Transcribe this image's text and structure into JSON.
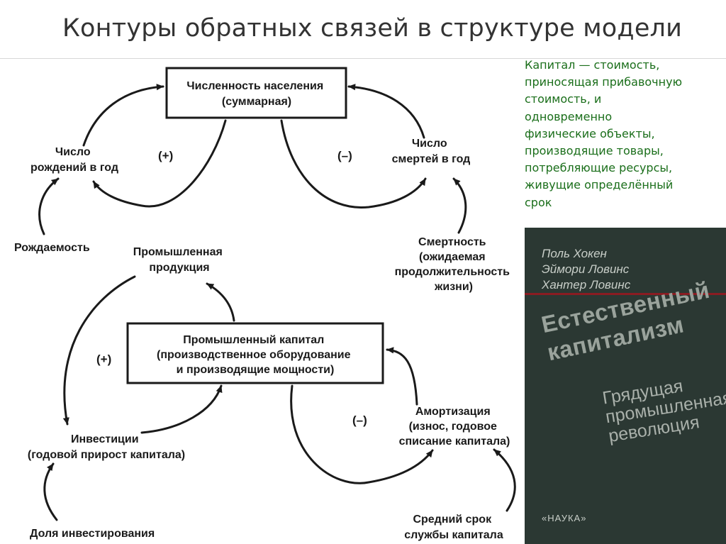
{
  "title": "Контуры обратных связей в структуре модели",
  "note_lines": [
    "Капитал — стоимость,",
    "приносящая прибавочную",
    "стоимость, и",
    "одновременно",
    "физические объекты,",
    "производящие товары,",
    "потребляющие ресурсы,",
    "живущие определённый",
    "срок"
  ],
  "diagram": {
    "population": [
      "Численность населения",
      "(суммарная)"
    ],
    "births": [
      "Число",
      "рождений в год"
    ],
    "deaths": [
      "Число",
      "смертей в год"
    ],
    "fertility": "Рождаемость",
    "mortality": [
      "Смертность",
      "(ожидаемая",
      "продолжительность",
      "жизни)"
    ],
    "industrial_output": [
      "Промышленная",
      "продукция"
    ],
    "industrial_capital": [
      "Промышленный капитал",
      "(производственное оборудование",
      "и производящие мощности)"
    ],
    "investment": [
      "Инвестиции",
      "(годовой прирост капитала)"
    ],
    "depreciation": [
      "Амортизация",
      "(износ, годовое",
      "списание капитала)"
    ],
    "investment_rate": "Доля инвестирования",
    "capital_lifetime": [
      "Средний срок",
      "службы капитала"
    ],
    "loop_signs": {
      "births_loop": "(+)",
      "deaths_loop": "(–)",
      "investment_loop": "(+)",
      "depreciation_loop": "(–)"
    }
  },
  "book": {
    "authors": [
      "Поль Хокен",
      "Эймори Ловинс",
      "Хантер Ловинс"
    ],
    "title_lines": [
      "Естественный",
      "капитализм"
    ],
    "subtitle_lines": [
      "Грядущая",
      "промышленная",
      "революция"
    ],
    "publisher": "«НАУКА»",
    "colors": {
      "cover": "#2b3833",
      "accent": "#8a1c22"
    }
  },
  "colors": {
    "note_text": "#1a6e1a",
    "title_text": "#333333",
    "diagram_ink": "#1a1a1a"
  }
}
